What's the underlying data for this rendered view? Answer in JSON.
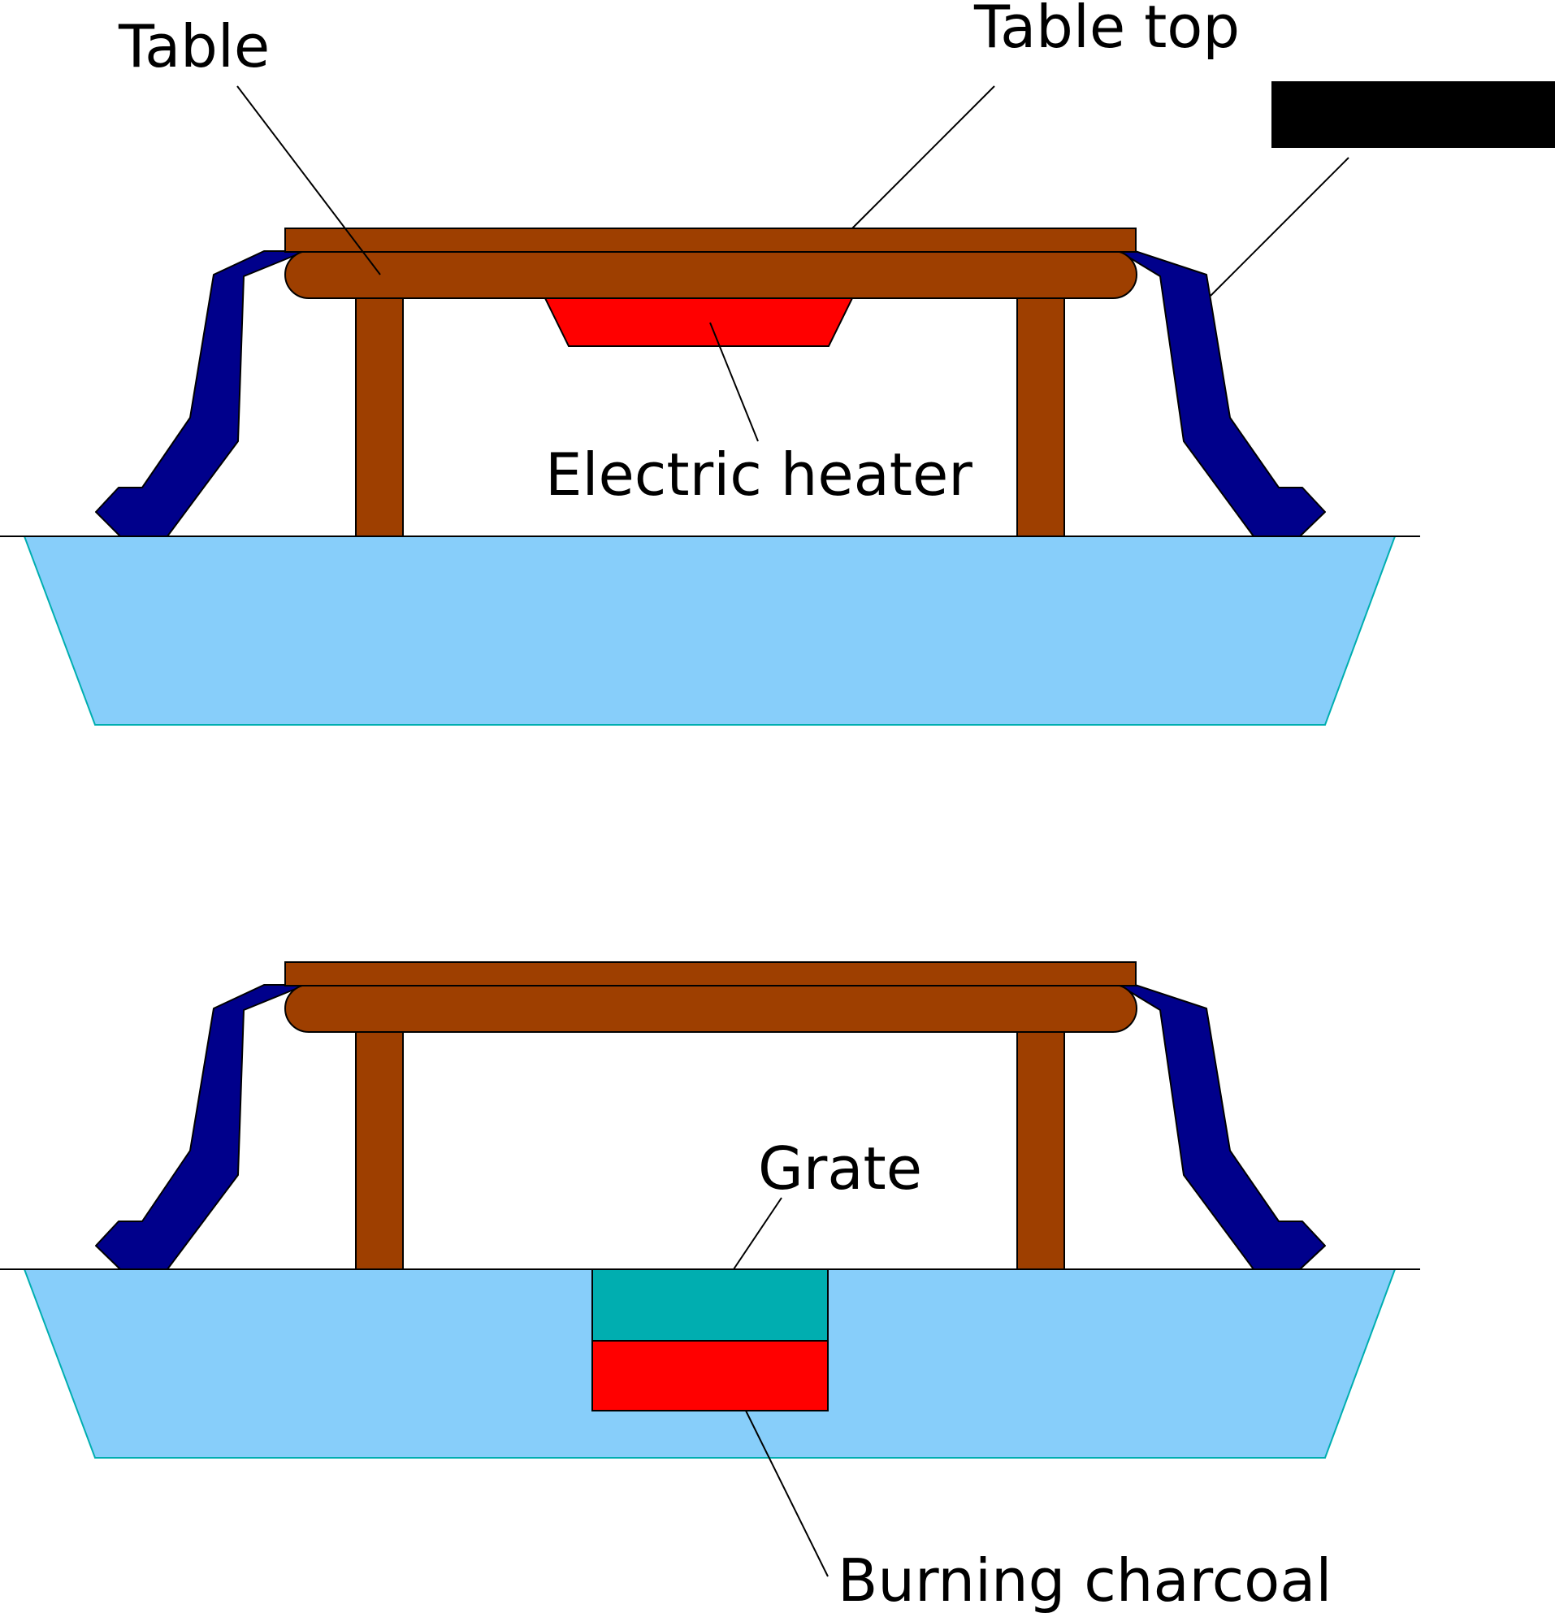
{
  "labels": {
    "table": "Table",
    "table_top": "Table top",
    "electric_heater": "Electric heater",
    "grate": "Grate",
    "burning_charcoal": "Burning charcoal"
  },
  "colors": {
    "table_wood": "#9e3f00",
    "futon": "#00008b",
    "floor": "#87cefa",
    "floor_edge": "#00aeb0",
    "heater": "#ff0000",
    "grate": "#00aeb0",
    "charcoal": "#ff0000",
    "callout_box": "#000000"
  }
}
